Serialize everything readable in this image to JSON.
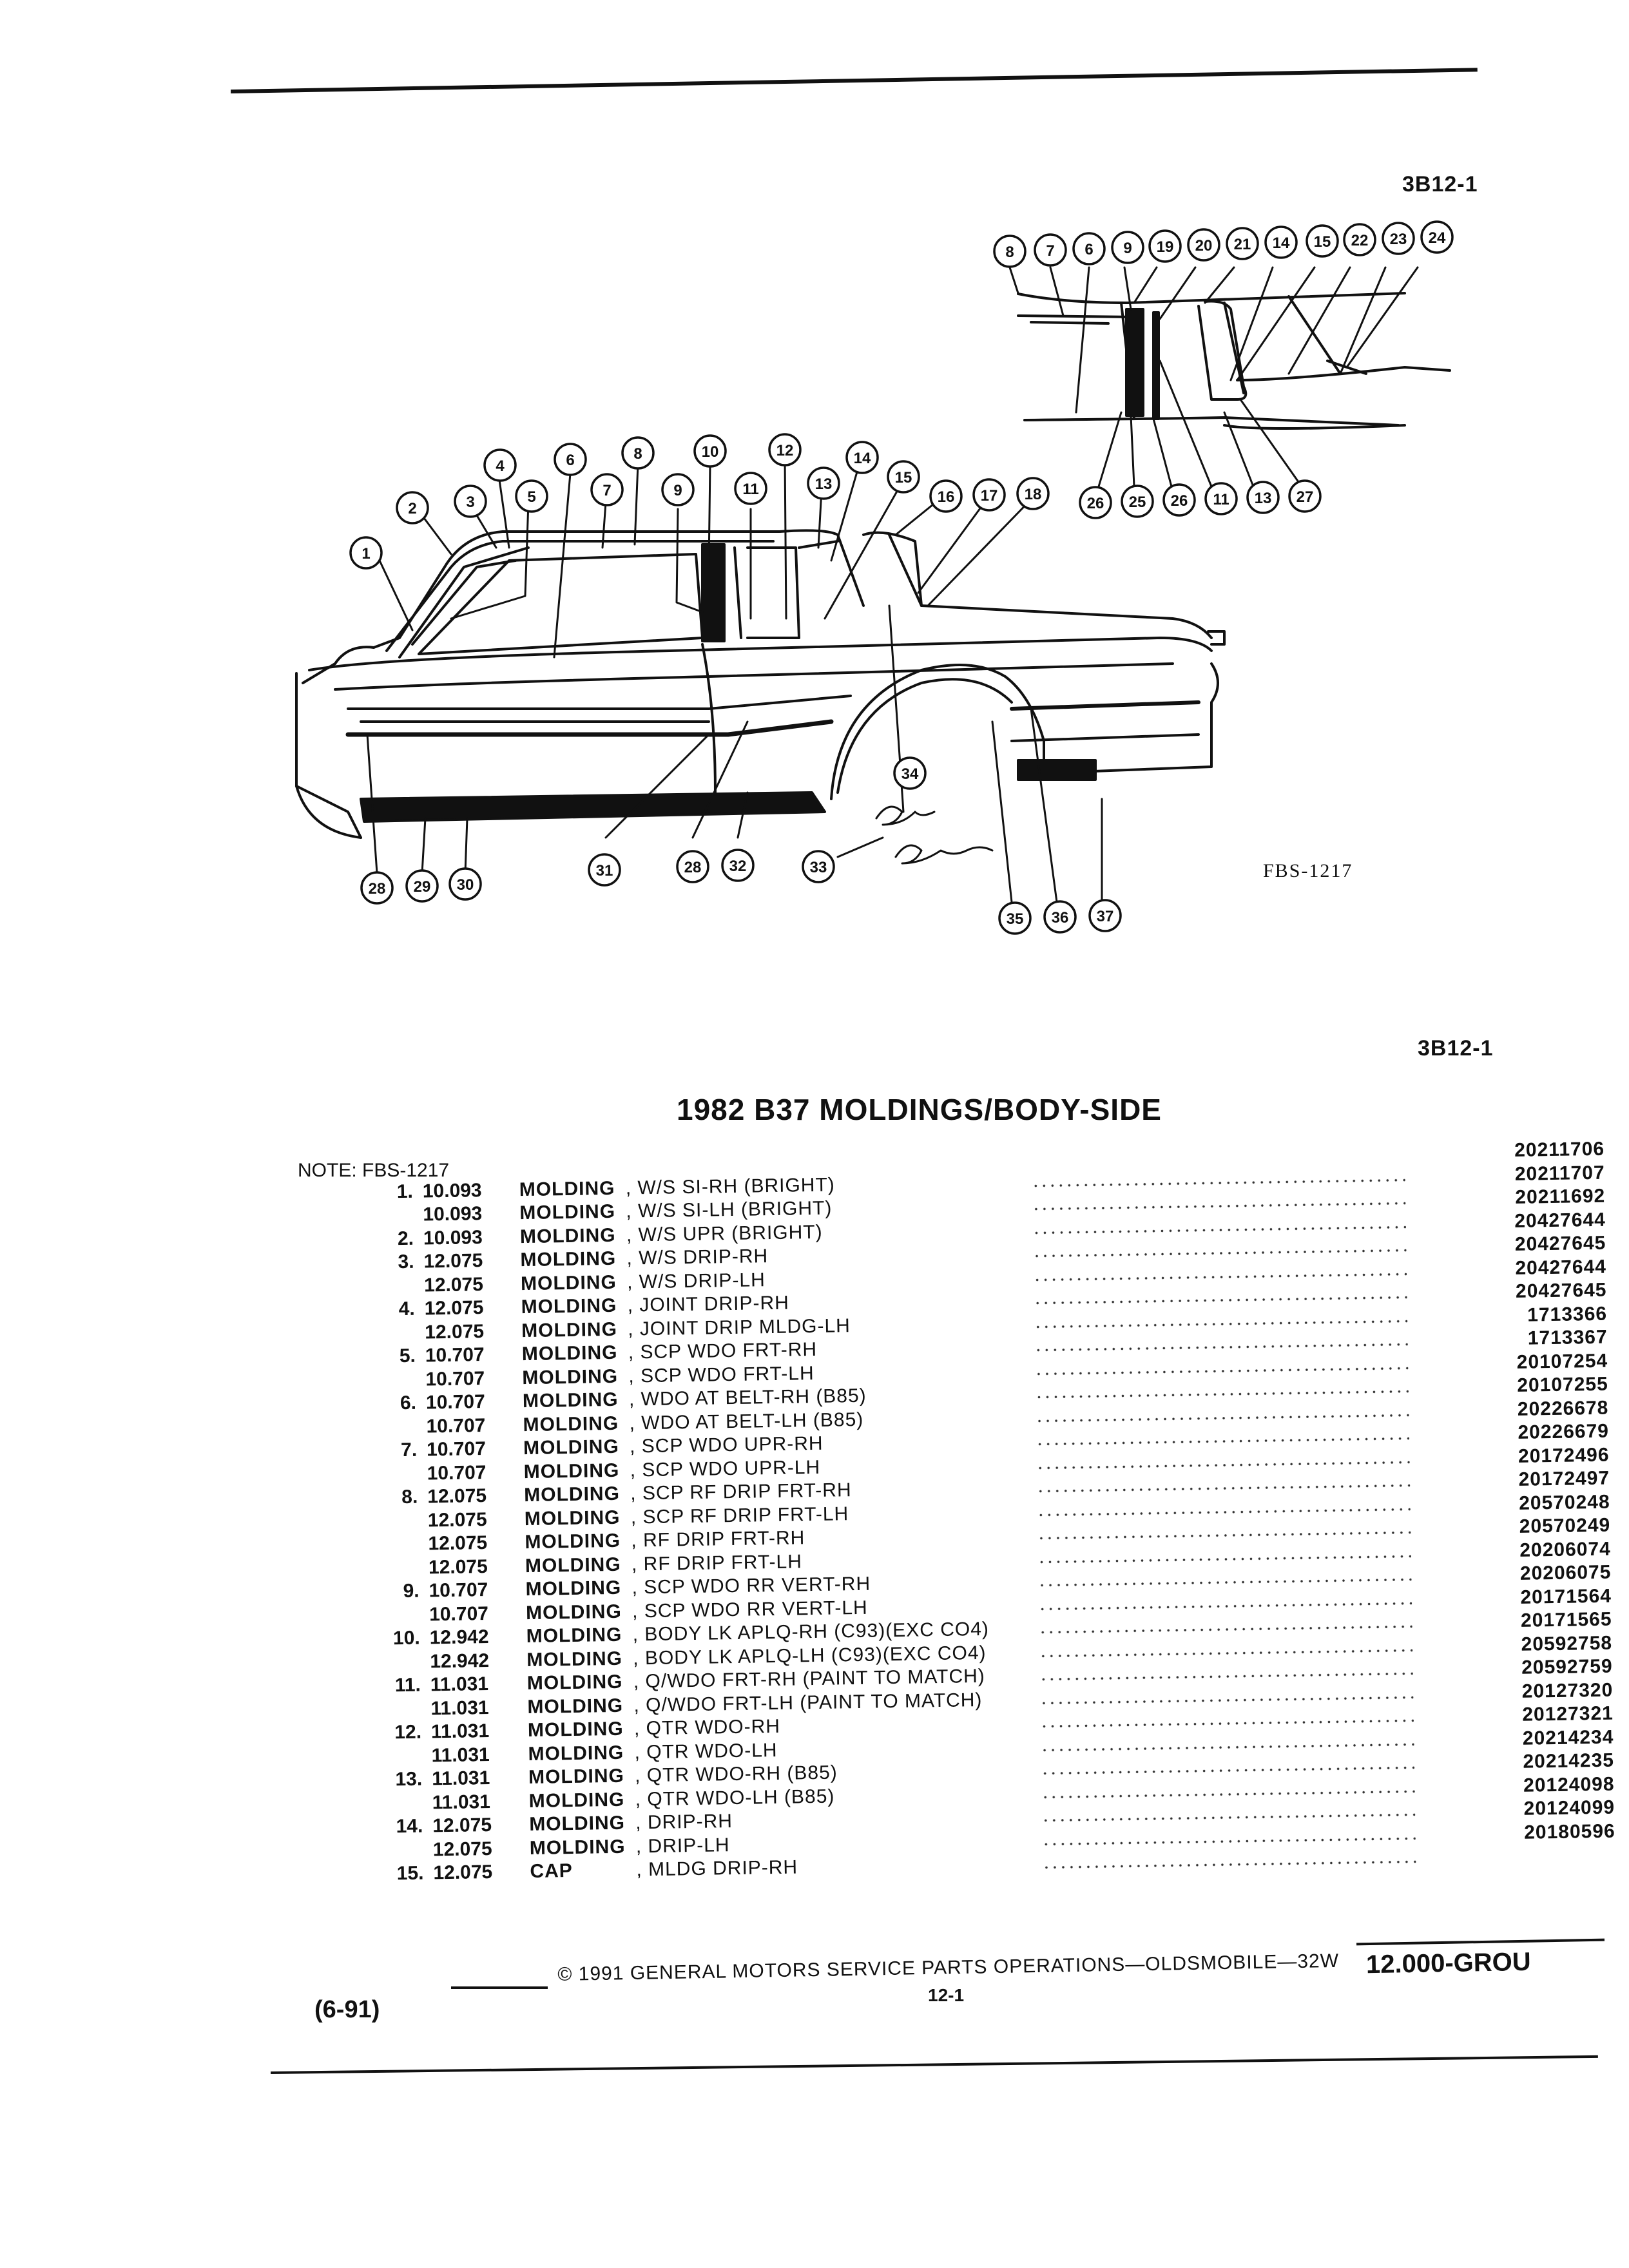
{
  "page": {
    "ref_top": "3B12-1",
    "ref_mid": "3B12-1",
    "figure_code": "FBS-1217",
    "title": "1982 B37 MOLDINGS/BODY-SIDE",
    "note": "NOTE: FBS-1217"
  },
  "callouts": {
    "inset_top": [
      "8",
      "7",
      "6",
      "9",
      "19",
      "20",
      "21",
      "14",
      "15",
      "22",
      "23",
      "24"
    ],
    "inset_bottom": [
      "26",
      "25",
      "26",
      "11",
      "13",
      "27"
    ],
    "main": [
      "1",
      "2",
      "3",
      "4",
      "5",
      "6",
      "7",
      "8",
      "9",
      "10",
      "11",
      "12",
      "13",
      "14",
      "15",
      "16",
      "17",
      "18",
      "28",
      "29",
      "30",
      "31",
      "28",
      "32",
      "33",
      "34",
      "35",
      "36",
      "37"
    ]
  },
  "parts": [
    {
      "num": "",
      "cat": "",
      "kind": "",
      "desc": "",
      "pn": "20211706"
    },
    {
      "num": "1.",
      "cat": "10.093",
      "kind": "MOLDING",
      "desc": ", W/S SI-RH (BRIGHT)",
      "pn": "20211707"
    },
    {
      "num": "",
      "cat": "10.093",
      "kind": "MOLDING",
      "desc": ", W/S SI-LH (BRIGHT)",
      "pn": "20211692"
    },
    {
      "num": "2.",
      "cat": "10.093",
      "kind": "MOLDING",
      "desc": ", W/S UPR (BRIGHT)",
      "pn": "20427644"
    },
    {
      "num": "3.",
      "cat": "12.075",
      "kind": "MOLDING",
      "desc": ", W/S DRIP-RH",
      "pn": "20427645"
    },
    {
      "num": "",
      "cat": "12.075",
      "kind": "MOLDING",
      "desc": ", W/S DRIP-LH",
      "pn": "20427644"
    },
    {
      "num": "4.",
      "cat": "12.075",
      "kind": "MOLDING",
      "desc": ", JOINT DRIP-RH",
      "pn": "20427645"
    },
    {
      "num": "",
      "cat": "12.075",
      "kind": "MOLDING",
      "desc": ", JOINT DRIP MLDG-LH",
      "pn": "1713366"
    },
    {
      "num": "5.",
      "cat": "10.707",
      "kind": "MOLDING",
      "desc": ", SCP WDO FRT-RH",
      "pn": "1713367"
    },
    {
      "num": "",
      "cat": "10.707",
      "kind": "MOLDING",
      "desc": ", SCP WDO FRT-LH",
      "pn": "20107254"
    },
    {
      "num": "6.",
      "cat": "10.707",
      "kind": "MOLDING",
      "desc": ", WDO AT BELT-RH (B85)",
      "pn": "20107255"
    },
    {
      "num": "",
      "cat": "10.707",
      "kind": "MOLDING",
      "desc": ", WDO AT BELT-LH (B85)",
      "pn": "20226678"
    },
    {
      "num": "7.",
      "cat": "10.707",
      "kind": "MOLDING",
      "desc": ", SCP WDO UPR-RH",
      "pn": "20226679"
    },
    {
      "num": "",
      "cat": "10.707",
      "kind": "MOLDING",
      "desc": ", SCP WDO UPR-LH",
      "pn": "20172496"
    },
    {
      "num": "8.",
      "cat": "12.075",
      "kind": "MOLDING",
      "desc": ", SCP RF DRIP FRT-RH",
      "pn": "20172497"
    },
    {
      "num": "",
      "cat": "12.075",
      "kind": "MOLDING",
      "desc": ", SCP RF DRIP FRT-LH",
      "pn": "20570248"
    },
    {
      "num": "",
      "cat": "12.075",
      "kind": "MOLDING",
      "desc": ", RF DRIP FRT-RH",
      "pn": "20570249"
    },
    {
      "num": "",
      "cat": "12.075",
      "kind": "MOLDING",
      "desc": ", RF DRIP FRT-LH",
      "pn": "20206074"
    },
    {
      "num": "9.",
      "cat": "10.707",
      "kind": "MOLDING",
      "desc": ", SCP WDO RR VERT-RH",
      "pn": "20206075"
    },
    {
      "num": "",
      "cat": "10.707",
      "kind": "MOLDING",
      "desc": ", SCP WDO RR VERT-LH",
      "pn": "20171564"
    },
    {
      "num": "10.",
      "cat": "12.942",
      "kind": "MOLDING",
      "desc": ", BODY LK APLQ-RH (C93)(EXC CO4)",
      "pn": "20171565"
    },
    {
      "num": "",
      "cat": "12.942",
      "kind": "MOLDING",
      "desc": ", BODY LK APLQ-LH (C93)(EXC CO4)",
      "pn": "20592758"
    },
    {
      "num": "11.",
      "cat": "11.031",
      "kind": "MOLDING",
      "desc": ", Q/WDO FRT-RH (PAINT TO MATCH)",
      "pn": "20592759"
    },
    {
      "num": "",
      "cat": "11.031",
      "kind": "MOLDING",
      "desc": ", Q/WDO FRT-LH (PAINT TO MATCH)",
      "pn": "20127320"
    },
    {
      "num": "12.",
      "cat": "11.031",
      "kind": "MOLDING",
      "desc": ", QTR WDO-RH",
      "pn": "20127321"
    },
    {
      "num": "",
      "cat": "11.031",
      "kind": "MOLDING",
      "desc": ", QTR WDO-LH",
      "pn": "20214234"
    },
    {
      "num": "13.",
      "cat": "11.031",
      "kind": "MOLDING",
      "desc": ", QTR WDO-RH (B85)",
      "pn": "20214235"
    },
    {
      "num": "",
      "cat": "11.031",
      "kind": "MOLDING",
      "desc": ", QTR WDO-LH (B85)",
      "pn": "20124098"
    },
    {
      "num": "14.",
      "cat": "12.075",
      "kind": "MOLDING",
      "desc": ", DRIP-RH",
      "pn": "20124099"
    },
    {
      "num": "",
      "cat": "12.075",
      "kind": "MOLDING",
      "desc": ", DRIP-LH",
      "pn": "20180596"
    },
    {
      "num": "15.",
      "cat": "12.075",
      "kind": "CAP",
      "desc": ", MLDG DRIP-RH",
      "pn": ""
    }
  ],
  "footer": {
    "copyright": "© 1991 GENERAL MOTORS SERVICE PARTS OPERATIONS—OLDSMOBILE—32W",
    "page_number": "12-1",
    "group": "12.000-GROU",
    "revision": "(6-91)"
  }
}
